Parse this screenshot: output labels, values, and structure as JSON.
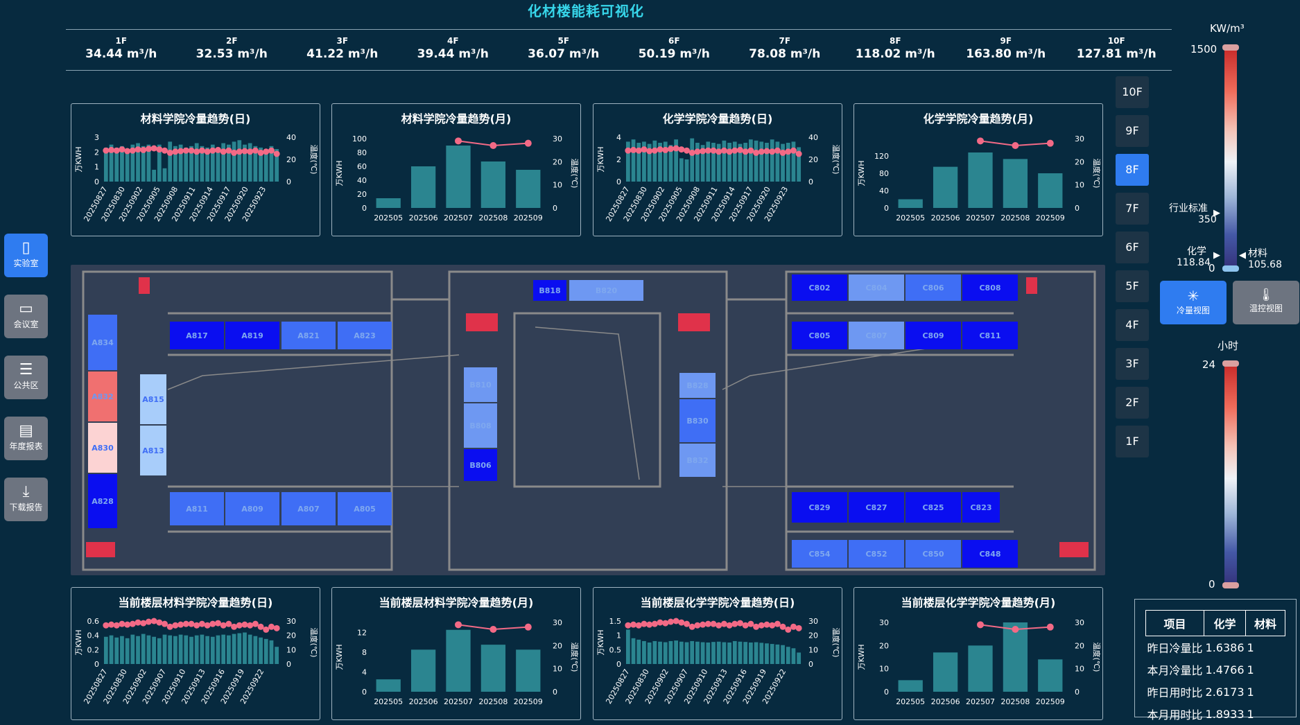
{
  "title": "化材楼能耗可视化",
  "floor_flows": [
    {
      "floor": "1F",
      "value": "34.44 m³/h"
    },
    {
      "floor": "2F",
      "value": "32.53 m³/h"
    },
    {
      "floor": "3F",
      "value": "41.22 m³/h"
    },
    {
      "floor": "4F",
      "value": "39.44 m³/h"
    },
    {
      "floor": "5F",
      "value": "36.07 m³/h"
    },
    {
      "floor": "6F",
      "value": "50.19 m³/h"
    },
    {
      "floor": "7F",
      "value": "78.08 m³/h"
    },
    {
      "floor": "8F",
      "value": "118.02 m³/h"
    },
    {
      "floor": "9F",
      "value": "163.80 m³/h"
    },
    {
      "floor": "10F",
      "value": "127.81 m³/h"
    }
  ],
  "sidebar": [
    {
      "label": "实验室",
      "icon": "clipboard-icon",
      "active": true
    },
    {
      "label": "会议室",
      "icon": "meeting-icon",
      "active": false
    },
    {
      "label": "公共区",
      "icon": "layers-icon",
      "active": false
    },
    {
      "label": "年度报表",
      "icon": "document-icon",
      "active": false
    },
    {
      "label": "下载报告",
      "icon": "download-icon",
      "active": false
    }
  ],
  "floors": [
    "10F",
    "9F",
    "8F",
    "7F",
    "6F",
    "5F",
    "4F",
    "3F",
    "2F",
    "1F"
  ],
  "active_floor": "8F",
  "daily_dates": [
    "20250827",
    "20250830",
    "20250902",
    "20250905",
    "20250908",
    "20250911",
    "20250914",
    "20250917",
    "20250920",
    "20250923"
  ],
  "daily_dates_b": [
    "20250827",
    "20250830",
    "20250902",
    "20250907",
    "20250910",
    "20250913",
    "20250916",
    "20250919",
    "20250922"
  ],
  "chart_data": [
    {
      "type": "bar",
      "title": "材料学院冷量趋势(日)",
      "ylabel": "万KWH",
      "y2label": "温度(℃)",
      "ylim": [
        0,
        3
      ],
      "yticks": [
        0,
        1,
        2,
        3
      ],
      "y2lim": [
        0,
        40
      ],
      "y2ticks": [
        0,
        20,
        40
      ],
      "values": [
        2.3,
        2.5,
        2.3,
        2.4,
        2.2,
        2.5,
        2.6,
        2.4,
        2.5,
        0.8,
        2.5,
        0.9,
        2.7,
        2.4,
        2.5,
        2.3,
        2.4,
        2.6,
        2.4,
        2.3,
        2.5,
        2.3,
        2.6,
        2.5,
        2.7,
        2.8,
        2.5,
        2.6,
        2.4,
        2.3,
        2.1,
        2.4,
        2.2
      ],
      "temps": [
        28,
        28.5,
        28,
        29,
        27.5,
        28,
        29,
        28.5,
        29.5,
        30,
        29,
        28,
        26,
        27,
        27.5,
        28,
        28,
        27,
        28,
        27,
        28,
        28.5,
        27,
        28,
        26,
        27,
        27.5,
        27,
        28,
        26,
        27,
        28,
        25
      ]
    },
    {
      "type": "bar",
      "title": "材料学院冷量趋势(月)",
      "ylabel": "万KWH",
      "y2label": "温度(℃)",
      "categories": [
        "202505",
        "202506",
        "202507",
        "202508",
        "202509"
      ],
      "values": [
        14,
        60,
        90,
        67,
        55
      ],
      "ylim": [
        0,
        100
      ],
      "yticks": [
        0,
        20,
        40,
        60,
        80,
        100
      ],
      "y2lim": [
        0,
        30
      ],
      "y2ticks": [
        0,
        10,
        20,
        30
      ],
      "temps": [
        null,
        null,
        29,
        27,
        28
      ]
    },
    {
      "type": "bar",
      "title": "化学学院冷量趋势(日)",
      "ylabel": "万KWH",
      "y2label": "温度(℃)",
      "ylim": [
        0,
        4
      ],
      "yticks": [
        0,
        2,
        4
      ],
      "y2lim": [
        0,
        40
      ],
      "y2ticks": [
        0,
        20,
        40
      ],
      "values": [
        3.6,
        3.8,
        3.5,
        3.6,
        3.4,
        3.7,
        3.5,
        3.6,
        3.3,
        3.8,
        2.1,
        2.0,
        3.9,
        3.5,
        3.3,
        3.6,
        3.5,
        3.4,
        3.7,
        3.5,
        3.6,
        3.4,
        3.5,
        3.8,
        3.7,
        3.6,
        3.5,
        3.8,
        3.6,
        3.4,
        3.5,
        3.6,
        3.1
      ],
      "temps": [
        28,
        28.5,
        28,
        29,
        27.5,
        28,
        29,
        28.5,
        29.5,
        30,
        29,
        28,
        26,
        27,
        27.5,
        28,
        28,
        27,
        28,
        27,
        28,
        28.5,
        27,
        28,
        26,
        27,
        27.5,
        27,
        28,
        26,
        27,
        28,
        25
      ]
    },
    {
      "type": "bar",
      "title": "化学学院冷量趋势(月)",
      "ylabel": "万KWH",
      "y2label": "温度(℃)",
      "categories": [
        "202505",
        "202506",
        "202507",
        "202508",
        "202509"
      ],
      "values": [
        20,
        95,
        128,
        113,
        80
      ],
      "ylim": [
        0,
        160
      ],
      "yticks": [
        0,
        40,
        80,
        120
      ],
      "y2lim": [
        0,
        30
      ],
      "y2ticks": [
        0,
        10,
        20,
        30
      ],
      "temps": [
        null,
        null,
        29,
        27,
        28
      ]
    },
    {
      "type": "bar",
      "title": "当前楼层材料学院冷量趋势(日)",
      "ylabel": "万KWH",
      "y2label": "温度(℃)",
      "ylim": [
        0,
        0.6
      ],
      "yticks": [
        0,
        0.2,
        0.4,
        0.6
      ],
      "y2lim": [
        0,
        30
      ],
      "y2ticks": [
        0,
        10,
        20,
        30
      ],
      "values": [
        0.38,
        0.4,
        0.37,
        0.39,
        0.36,
        0.41,
        0.39,
        0.42,
        0.4,
        0.38,
        0.36,
        0.41,
        0.4,
        0.39,
        0.41,
        0.4,
        0.38,
        0.4,
        0.41,
        0.39,
        0.38,
        0.4,
        0.41,
        0.4,
        0.42,
        0.43,
        0.44,
        0.41,
        0.39,
        0.37,
        0.35,
        0.33,
        0.24
      ],
      "temps": [
        27,
        27.5,
        27,
        28,
        27.5,
        28,
        29,
        28.5,
        29.5,
        30,
        29,
        28,
        26,
        27,
        27.5,
        28,
        28,
        27,
        28,
        27,
        28,
        28.5,
        27,
        28,
        26,
        27,
        27.5,
        27,
        28,
        26,
        24,
        26,
        25
      ]
    },
    {
      "type": "bar",
      "title": "当前楼层材料学院冷量趋势(月)",
      "ylabel": "万KWH",
      "y2label": "温度(℃)",
      "categories": [
        "202505",
        "202506",
        "202507",
        "202508",
        "202509"
      ],
      "values": [
        2.5,
        8.5,
        12.5,
        9.5,
        8.5
      ],
      "ylim": [
        0,
        14
      ],
      "yticks": [
        0,
        4,
        8,
        12
      ],
      "y2lim": [
        0,
        30
      ],
      "y2ticks": [
        0,
        10,
        20,
        30
      ],
      "temps": [
        null,
        null,
        29,
        27,
        28
      ]
    },
    {
      "type": "bar",
      "title": "当前楼层化学学院冷量趋势(日)",
      "ylabel": "万KWH",
      "y2label": "温度(℃)",
      "ylim": [
        0,
        1.5
      ],
      "yticks": [
        0,
        0.5,
        1.0,
        1.5
      ],
      "y2lim": [
        0,
        30
      ],
      "y2ticks": [
        0,
        10,
        20,
        30
      ],
      "values": [
        1.2,
        0.9,
        0.85,
        0.8,
        0.75,
        0.8,
        0.78,
        0.76,
        0.8,
        0.82,
        0.78,
        0.76,
        0.8,
        0.78,
        0.76,
        0.75,
        0.77,
        0.78,
        0.76,
        0.75,
        0.8,
        0.78,
        0.77,
        0.75,
        0.76,
        0.74,
        0.72,
        0.7,
        0.68,
        0.66,
        0.6,
        0.55,
        0.4
      ],
      "temps": [
        27,
        27.5,
        27,
        28,
        27.5,
        28,
        29,
        28.5,
        29.5,
        30,
        29,
        28,
        26,
        27,
        27.5,
        28,
        28,
        27,
        28,
        27,
        28,
        28.5,
        27,
        28,
        26,
        27,
        27.5,
        27,
        28,
        26,
        24,
        26,
        25
      ]
    },
    {
      "type": "bar",
      "title": "当前楼层化学学院冷量趋势(月)",
      "ylabel": "万KWH",
      "y2label": "温度(℃)",
      "categories": [
        "202505",
        "202506",
        "202507",
        "202508",
        "202509"
      ],
      "values": [
        5,
        17,
        20,
        30,
        14
      ],
      "ylim": [
        0,
        30
      ],
      "yticks": [
        0,
        10,
        20,
        30
      ],
      "y2lim": [
        0,
        30
      ],
      "y2ticks": [
        0,
        10,
        20,
        30
      ],
      "temps": [
        null,
        null,
        29,
        27,
        28
      ]
    }
  ],
  "rooms": [
    {
      "name": "B818",
      "color": "#0a0ef0"
    },
    {
      "name": "B820",
      "color": "#6e98f2"
    },
    {
      "name": "C802",
      "color": "#0a0ef0"
    },
    {
      "name": "C804",
      "color": "#6e98f2"
    },
    {
      "name": "C806",
      "color": "#3f6ef5"
    },
    {
      "name": "C808",
      "color": "#0a0ef0"
    },
    {
      "name": "A817",
      "color": "#0a0ef0"
    },
    {
      "name": "A819",
      "color": "#0a0ef0"
    },
    {
      "name": "A821",
      "color": "#3f6ef5"
    },
    {
      "name": "A823",
      "color": "#3f6ef5"
    },
    {
      "name": "C805",
      "color": "#0a0ef0"
    },
    {
      "name": "C807",
      "color": "#6e98f2"
    },
    {
      "name": "C809",
      "color": "#0a0ef0"
    },
    {
      "name": "C811",
      "color": "#0a0ef0"
    },
    {
      "name": "A834",
      "color": "#3f6ef5"
    },
    {
      "name": "A832",
      "color": "#f07070"
    },
    {
      "name": "A830",
      "color": "#fcd3d3"
    },
    {
      "name": "A828",
      "color": "#0a0ef0"
    },
    {
      "name": "A815",
      "color": "#a8cdfa"
    },
    {
      "name": "A813",
      "color": "#a8cdfa"
    },
    {
      "name": "B810",
      "color": "#6e98f2"
    },
    {
      "name": "B808",
      "color": "#6e98f2"
    },
    {
      "name": "B806",
      "color": "#0a0ef0"
    },
    {
      "name": "B828",
      "color": "#6e98f2"
    },
    {
      "name": "B830",
      "color": "#3f6ef5"
    },
    {
      "name": "B832",
      "color": "#6e98f2"
    },
    {
      "name": "A811",
      "color": "#3f6ef5"
    },
    {
      "name": "A809",
      "color": "#3f6ef5"
    },
    {
      "name": "A807",
      "color": "#3f6ef5"
    },
    {
      "name": "A805",
      "color": "#3f6ef5"
    },
    {
      "name": "C829",
      "color": "#0a0ef0"
    },
    {
      "name": "C827",
      "color": "#0a0ef0"
    },
    {
      "name": "C825",
      "color": "#0a0ef0"
    },
    {
      "name": "C823",
      "color": "#0a0ef0"
    },
    {
      "name": "C854",
      "color": "#3f6ef5"
    },
    {
      "name": "C852",
      "color": "#3f6ef5"
    },
    {
      "name": "C850",
      "color": "#3f6ef5"
    },
    {
      "name": "C848",
      "color": "#0a0ef0"
    }
  ],
  "legend_top": {
    "unit": "KW/m³",
    "max": "1500",
    "min": "0",
    "industry_label": "行业标准",
    "industry_value": "350",
    "chem_label": "化学",
    "chem_value": "118.84",
    "mat_label": "材料",
    "mat_value": "105.68"
  },
  "view_buttons": [
    {
      "label": "冷量视图",
      "icon": "snowflake-icon",
      "active": true
    },
    {
      "label": "温控视图",
      "icon": "thermometer-icon",
      "active": false
    }
  ],
  "legend_bottom": {
    "unit": "小时",
    "max": "24",
    "min": "0"
  },
  "ratio_table": {
    "headers": [
      "项目",
      "化学",
      "材料"
    ],
    "rows": [
      [
        "昨日冷量比",
        "1.6386",
        "1"
      ],
      [
        "本月冷量比",
        "1.4766",
        "1"
      ],
      [
        "昨日用时比",
        "2.6173",
        "1"
      ],
      [
        "本月用时比",
        "1.8933",
        "1"
      ]
    ]
  },
  "colors": {
    "bar": "#2b8590",
    "line": "#f36a86",
    "bg": "#072a3f",
    "accent": "#37d6ea",
    "active": "#2f7cf0"
  }
}
